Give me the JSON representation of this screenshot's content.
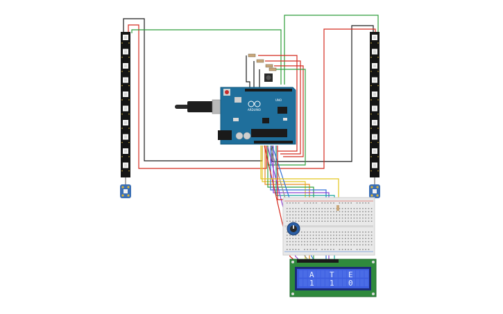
{
  "board": {
    "brand": "ARDUINO",
    "model": "UNO"
  },
  "lcd": {
    "line1": [
      "A",
      "T",
      "E"
    ],
    "line2": [
      "1",
      "1",
      "0"
    ]
  },
  "wire_colors": {
    "red": "#d42a1e",
    "black": "#1a1a1a",
    "green": "#2f9e3a",
    "yellow": "#e3c51c",
    "orange": "#e98a1d",
    "blue": "#2d6fd8",
    "purple": "#8a3fd1",
    "teal": "#18a59a",
    "grey": "#8c8c8c"
  },
  "icons": {
    "usb": "usb-plug-icon",
    "potentiometer": "potentiometer-icon",
    "button": "pushbutton-icon"
  }
}
